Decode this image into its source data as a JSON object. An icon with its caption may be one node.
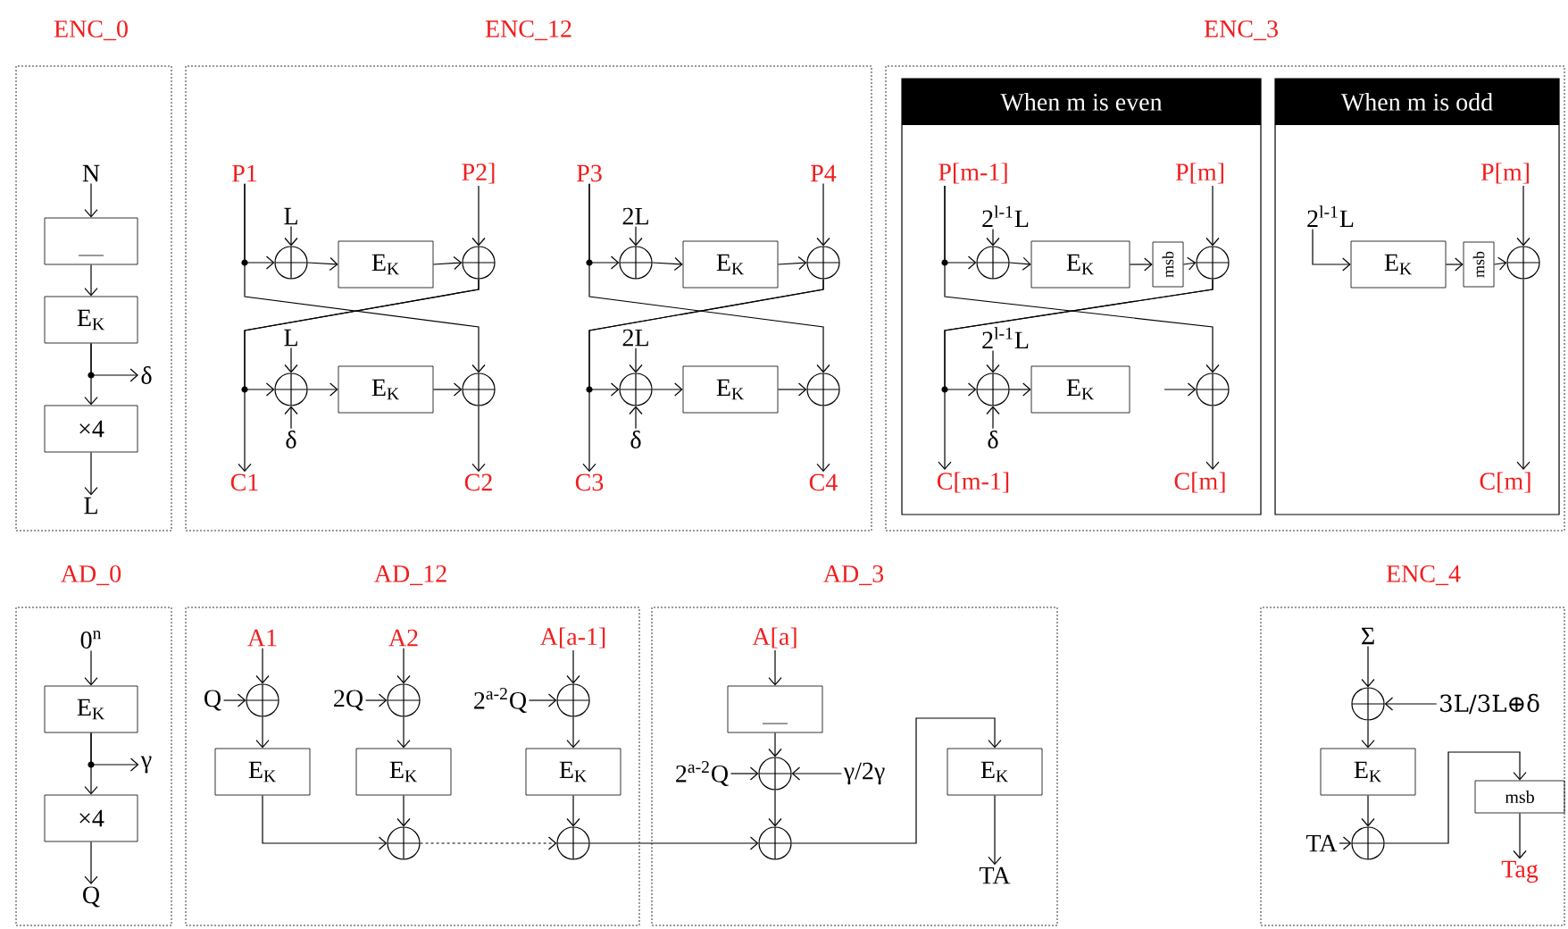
{
  "diagram": {
    "nodes": [
      {
        "text": [
          "ENC_0"
        ]
      },
      {
        "text": [
          "N"
        ],
        "in": 0
      },
      {
        "text": [],
        "shape": "box",
        "in": 0
      },
      {
        "text": [
          "E$_{K}$"
        ],
        "in": 0
      },
      {
        "text": [
          "δ"
        ],
        "in": 0
      },
      {
        "text": [
          "×4"
        ],
        "in": 0
      },
      {
        "text": [
          "L"
        ],
        "in": 0
      },
      {
        "text": [
          "ENC_12"
        ]
      },
      {
        "text": [
          "P1"
        ],
        "in": 7
      },
      {
        "text": [
          "P2]"
        ],
        "in": 7
      },
      {
        "text": [
          "L"
        ],
        "in": 7
      },
      {
        "text": [],
        "shape": "circle",
        "in": 7
      },
      {
        "text": [
          "E$_{K}$"
        ],
        "in": 7
      },
      {
        "text": [],
        "shape": "circle",
        "in": 7
      },
      {
        "text": [
          "L"
        ],
        "in": 7
      },
      {
        "text": [],
        "shape": "circle",
        "in": 7
      },
      {
        "text": [
          "E$_{K}$"
        ],
        "in": 7
      },
      {
        "text": [],
        "shape": "circle",
        "in": 7
      },
      {
        "text": [
          "δ"
        ],
        "in": 7
      },
      {
        "text": [
          "C1"
        ],
        "in": 7
      },
      {
        "text": [
          "C2"
        ],
        "in": 7
      },
      {
        "text": [
          "P3"
        ],
        "in": 7
      },
      {
        "text": [
          "P4"
        ],
        "in": 7
      },
      {
        "text": [
          "2L"
        ],
        "in": 7
      },
      {
        "text": [],
        "shape": "circle",
        "in": 7
      },
      {
        "text": [
          "E$_{K}$"
        ],
        "in": 7
      },
      {
        "text": [],
        "shape": "circle",
        "in": 7
      },
      {
        "text": [
          "2L"
        ],
        "in": 7
      },
      {
        "text": [],
        "shape": "circle",
        "in": 7
      },
      {
        "text": [
          "E$_{K}$"
        ],
        "in": 7
      },
      {
        "text": [],
        "shape": "circle",
        "in": 7
      },
      {
        "text": [
          "δ"
        ],
        "in": 7
      },
      {
        "text": [
          "C3"
        ],
        "in": 7
      },
      {
        "text": [
          "C4"
        ],
        "in": 7
      },
      {
        "text": [
          "ENC_3"
        ]
      },
      {
        "text": [
          "When m is even"
        ],
        "in": 34
      },
      {
        "text": [
          "P[m-1]"
        ],
        "in": 35
      },
      {
        "text": [
          "P[m]"
        ],
        "in": 35
      },
      {
        "text": [
          "2$^{l-1}$L"
        ],
        "in": 35
      },
      {
        "text": [],
        "shape": "circle",
        "in": 35
      },
      {
        "text": [
          "E$_{K}$"
        ],
        "in": 35
      },
      {
        "text": [
          "msb"
        ],
        "in": 35
      },
      {
        "text": [],
        "shape": "circle",
        "in": 35
      },
      {
        "text": [
          "2$^{l-1}$L"
        ],
        "in": 35
      },
      {
        "text": [],
        "shape": "circle",
        "in": 35
      },
      {
        "text": [
          "E$_{K}$"
        ],
        "in": 35
      },
      {
        "text": [],
        "shape": "circle",
        "in": 35
      },
      {
        "text": [
          "δ"
        ],
        "in": 35
      },
      {
        "text": [
          "C[m-1]"
        ],
        "in": 35
      },
      {
        "text": [
          "C[m]"
        ],
        "in": 35
      },
      {
        "text": [
          "When m is odd"
        ],
        "in": 34
      },
      {
        "text": [
          "P[m]"
        ],
        "in": 50
      },
      {
        "text": [
          "2$^{l-1}$L"
        ],
        "in": 50
      },
      {
        "text": [
          "E$_{K}$"
        ],
        "in": 50
      },
      {
        "text": [
          "msb"
        ],
        "in": 50
      },
      {
        "text": [],
        "shape": "circle",
        "in": 50
      },
      {
        "text": [
          "C[m]"
        ],
        "in": 50
      },
      {
        "text": [
          "AD_0"
        ]
      },
      {
        "text": [
          "0$^{n}$"
        ],
        "in": 57
      },
      {
        "text": [
          "E$_{K}$"
        ],
        "in": 57
      },
      {
        "text": [
          "γ"
        ],
        "in": 57
      },
      {
        "text": [
          "×4"
        ],
        "in": 57
      },
      {
        "text": [
          "Q"
        ],
        "in": 57
      },
      {
        "text": [
          "AD_12"
        ]
      },
      {
        "text": [
          "A1"
        ],
        "in": 63
      },
      {
        "text": [
          "A2"
        ],
        "in": 63
      },
      {
        "text": [
          "A[a-1]"
        ],
        "in": 63
      },
      {
        "text": [
          "Q"
        ],
        "in": 63
      },
      {
        "text": [],
        "shape": "circle",
        "in": 63
      },
      {
        "text": [
          "2Q"
        ],
        "in": 63
      },
      {
        "text": [],
        "shape": "circle",
        "in": 63
      },
      {
        "text": [
          "2$^{a-2}$Q"
        ],
        "in": 63
      },
      {
        "text": [],
        "shape": "circle",
        "in": 63
      },
      {
        "text": [
          "E$_{K}$"
        ],
        "in": 63
      },
      {
        "text": [
          "E$_{K}$"
        ],
        "in": 63
      },
      {
        "text": [
          "E$_{K}$"
        ],
        "in": 63
      },
      {
        "text": [],
        "shape": "circle",
        "in": 63
      },
      {
        "text": [],
        "shape": "circle",
        "in": 63
      },
      {
        "text": [
          "AD_3"
        ]
      },
      {
        "text": [
          "A[a]"
        ],
        "in": 78
      },
      {
        "text": [],
        "shape": "box",
        "in": 78
      },
      {
        "text": [
          "2$^{a-2}$Q"
        ],
        "in": 78
      },
      {
        "text": [],
        "shape": "circle",
        "in": 78
      },
      {
        "text": [
          "γ/2γ"
        ],
        "in": 78
      },
      {
        "text": [],
        "shape": "circle",
        "in": 78
      },
      {
        "text": [
          "E$_{K}$"
        ],
        "in": 78
      },
      {
        "text": [
          "TA"
        ],
        "in": 78
      },
      {
        "text": [
          "ENC_4"
        ]
      },
      {
        "text": [
          "Σ"
        ],
        "in": 87
      },
      {
        "text": [],
        "shape": "circle",
        "in": 87
      },
      {
        "text": [
          "3L/3L⊕δ"
        ],
        "in": 87
      },
      {
        "text": [
          "E$_{K}$"
        ],
        "in": 87
      },
      {
        "text": [
          "TA"
        ],
        "in": 87
      },
      {
        "text": [],
        "shape": "circle",
        "in": 87
      },
      {
        "text": [
          "msb"
        ],
        "in": 87
      },
      {
        "text": [
          "Tag"
        ],
        "in": 87
      }
    ],
    "edges": [
      {
        "from": 1,
        "to": 2,
        "arrow": "to"
      },
      {
        "from": 2,
        "to": 3,
        "arrow": "to"
      },
      {
        "from": 3,
        "to": 4,
        "arrow": "to"
      },
      {
        "from": 3,
        "to": 5,
        "arrow": "to"
      },
      {
        "from": 5,
        "to": 6,
        "arrow": "to"
      },
      {
        "from": 8,
        "to": 11,
        "arrow": "to"
      },
      {
        "from": 8,
        "to": 17,
        "arrow": "to"
      },
      {
        "from": 10,
        "to": 11,
        "arrow": "to"
      },
      {
        "from": 11,
        "to": 12,
        "arrow": "to"
      },
      {
        "from": 12,
        "to": 13,
        "arrow": "to"
      },
      {
        "from": 9,
        "to": 13,
        "arrow": "to"
      },
      {
        "from": 13,
        "to": 15,
        "arrow": "to"
      },
      {
        "from": 13,
        "to": 19,
        "arrow": "to"
      },
      {
        "from": 14,
        "to": 15,
        "arrow": "to"
      },
      {
        "from": 18,
        "to": 15,
        "arrow": "to"
      },
      {
        "from": 15,
        "to": 16,
        "arrow": "to"
      },
      {
        "from": 16,
        "to": 17,
        "arrow": "to"
      },
      {
        "from": 17,
        "to": 20,
        "arrow": "to"
      },
      {
        "from": 21,
        "to": 24,
        "arrow": "to"
      },
      {
        "from": 21,
        "to": 30,
        "arrow": "to"
      },
      {
        "from": 23,
        "to": 24,
        "arrow": "to"
      },
      {
        "from": 24,
        "to": 25,
        "arrow": "to"
      },
      {
        "from": 25,
        "to": 26,
        "arrow": "to"
      },
      {
        "from": 22,
        "to": 26,
        "arrow": "to"
      },
      {
        "from": 26,
        "to": 28,
        "arrow": "to"
      },
      {
        "from": 26,
        "to": 32,
        "arrow": "to"
      },
      {
        "from": 27,
        "to": 28,
        "arrow": "to"
      },
      {
        "from": 31,
        "to": 28,
        "arrow": "to"
      },
      {
        "from": 28,
        "to": 29,
        "arrow": "to"
      },
      {
        "from": 29,
        "to": 30,
        "arrow": "to"
      },
      {
        "from": 30,
        "to": 33,
        "arrow": "to"
      },
      {
        "from": 36,
        "to": 39,
        "arrow": "to"
      },
      {
        "from": 36,
        "to": 46,
        "arrow": "to"
      },
      {
        "from": 38,
        "to": 39,
        "arrow": "to"
      },
      {
        "from": 39,
        "to": 40,
        "arrow": "to"
      },
      {
        "from": 40,
        "to": 41,
        "arrow": "to"
      },
      {
        "from": 41,
        "to": 42,
        "arrow": "to"
      },
      {
        "from": 37,
        "to": 42,
        "arrow": "to"
      },
      {
        "from": 42,
        "to": 44,
        "arrow": "to"
      },
      {
        "from": 42,
        "to": 48,
        "arrow": "to"
      },
      {
        "from": 43,
        "to": 44,
        "arrow": "to"
      },
      {
        "from": 47,
        "to": 44,
        "arrow": "to"
      },
      {
        "from": 44,
        "to": 45,
        "arrow": "to"
      },
      {
        "from": null,
        "to": 46,
        "arrow": "to"
      },
      {
        "from": 46,
        "to": 49,
        "arrow": "to"
      },
      {
        "from": 52,
        "to": 53,
        "arrow": "to"
      },
      {
        "from": 53,
        "to": 54,
        "arrow": "to"
      },
      {
        "from": 54,
        "to": 55,
        "arrow": "to"
      },
      {
        "from": 51,
        "to": 55,
        "arrow": "to"
      },
      {
        "from": 55,
        "to": 56,
        "arrow": "to"
      },
      {
        "from": 58,
        "to": 59,
        "arrow": "to"
      },
      {
        "from": 59,
        "to": 60,
        "arrow": "to"
      },
      {
        "from": 59,
        "to": 61,
        "arrow": "to"
      },
      {
        "from": 61,
        "to": 62,
        "arrow": "to"
      },
      {
        "from": 64,
        "to": 68,
        "arrow": "to"
      },
      {
        "from": 67,
        "to": 68,
        "arrow": "to"
      },
      {
        "from": 68,
        "to": 73,
        "arrow": "to"
      },
      {
        "from": 65,
        "to": 70,
        "arrow": "to"
      },
      {
        "from": 69,
        "to": 70,
        "arrow": "to"
      },
      {
        "from": 70,
        "to": 74,
        "arrow": "to"
      },
      {
        "from": 66,
        "to": 72,
        "arrow": "to"
      },
      {
        "from": 71,
        "to": 72,
        "arrow": "to"
      },
      {
        "from": 72,
        "to": 75,
        "arrow": "to"
      },
      {
        "from": 73,
        "to": 76,
        "arrow": "to"
      },
      {
        "from": 74,
        "to": 76,
        "arrow": "to"
      },
      {
        "from": 76,
        "to": 77,
        "arrow": "to",
        "style": "dashed"
      },
      {
        "from": 75,
        "to": 77,
        "arrow": "to"
      },
      {
        "from": 77,
        "to": 84,
        "arrow": "to"
      },
      {
        "from": 79,
        "to": 80,
        "arrow": "to"
      },
      {
        "from": 80,
        "to": 82,
        "arrow": "to"
      },
      {
        "from": 81,
        "to": 82,
        "arrow": "to"
      },
      {
        "from": 83,
        "to": 82,
        "arrow": "to"
      },
      {
        "from": 82,
        "to": 84,
        "arrow": "to"
      },
      {
        "from": 84,
        "to": 85,
        "arrow": "to"
      },
      {
        "from": 85,
        "to": 86,
        "arrow": "to"
      },
      {
        "from": 88,
        "to": 89,
        "arrow": "to"
      },
      {
        "from": 90,
        "to": 89,
        "arrow": "to"
      },
      {
        "from": 89,
        "to": 91,
        "arrow": "to"
      },
      {
        "from": 91,
        "to": 93,
        "arrow": "to"
      },
      {
        "from": 92,
        "to": 93,
        "arrow": "to"
      },
      {
        "from": 93,
        "to": 94,
        "arrow": "to"
      },
      {
        "from": 94,
        "to": 95,
        "arrow": "to"
      }
    ]
  }
}
